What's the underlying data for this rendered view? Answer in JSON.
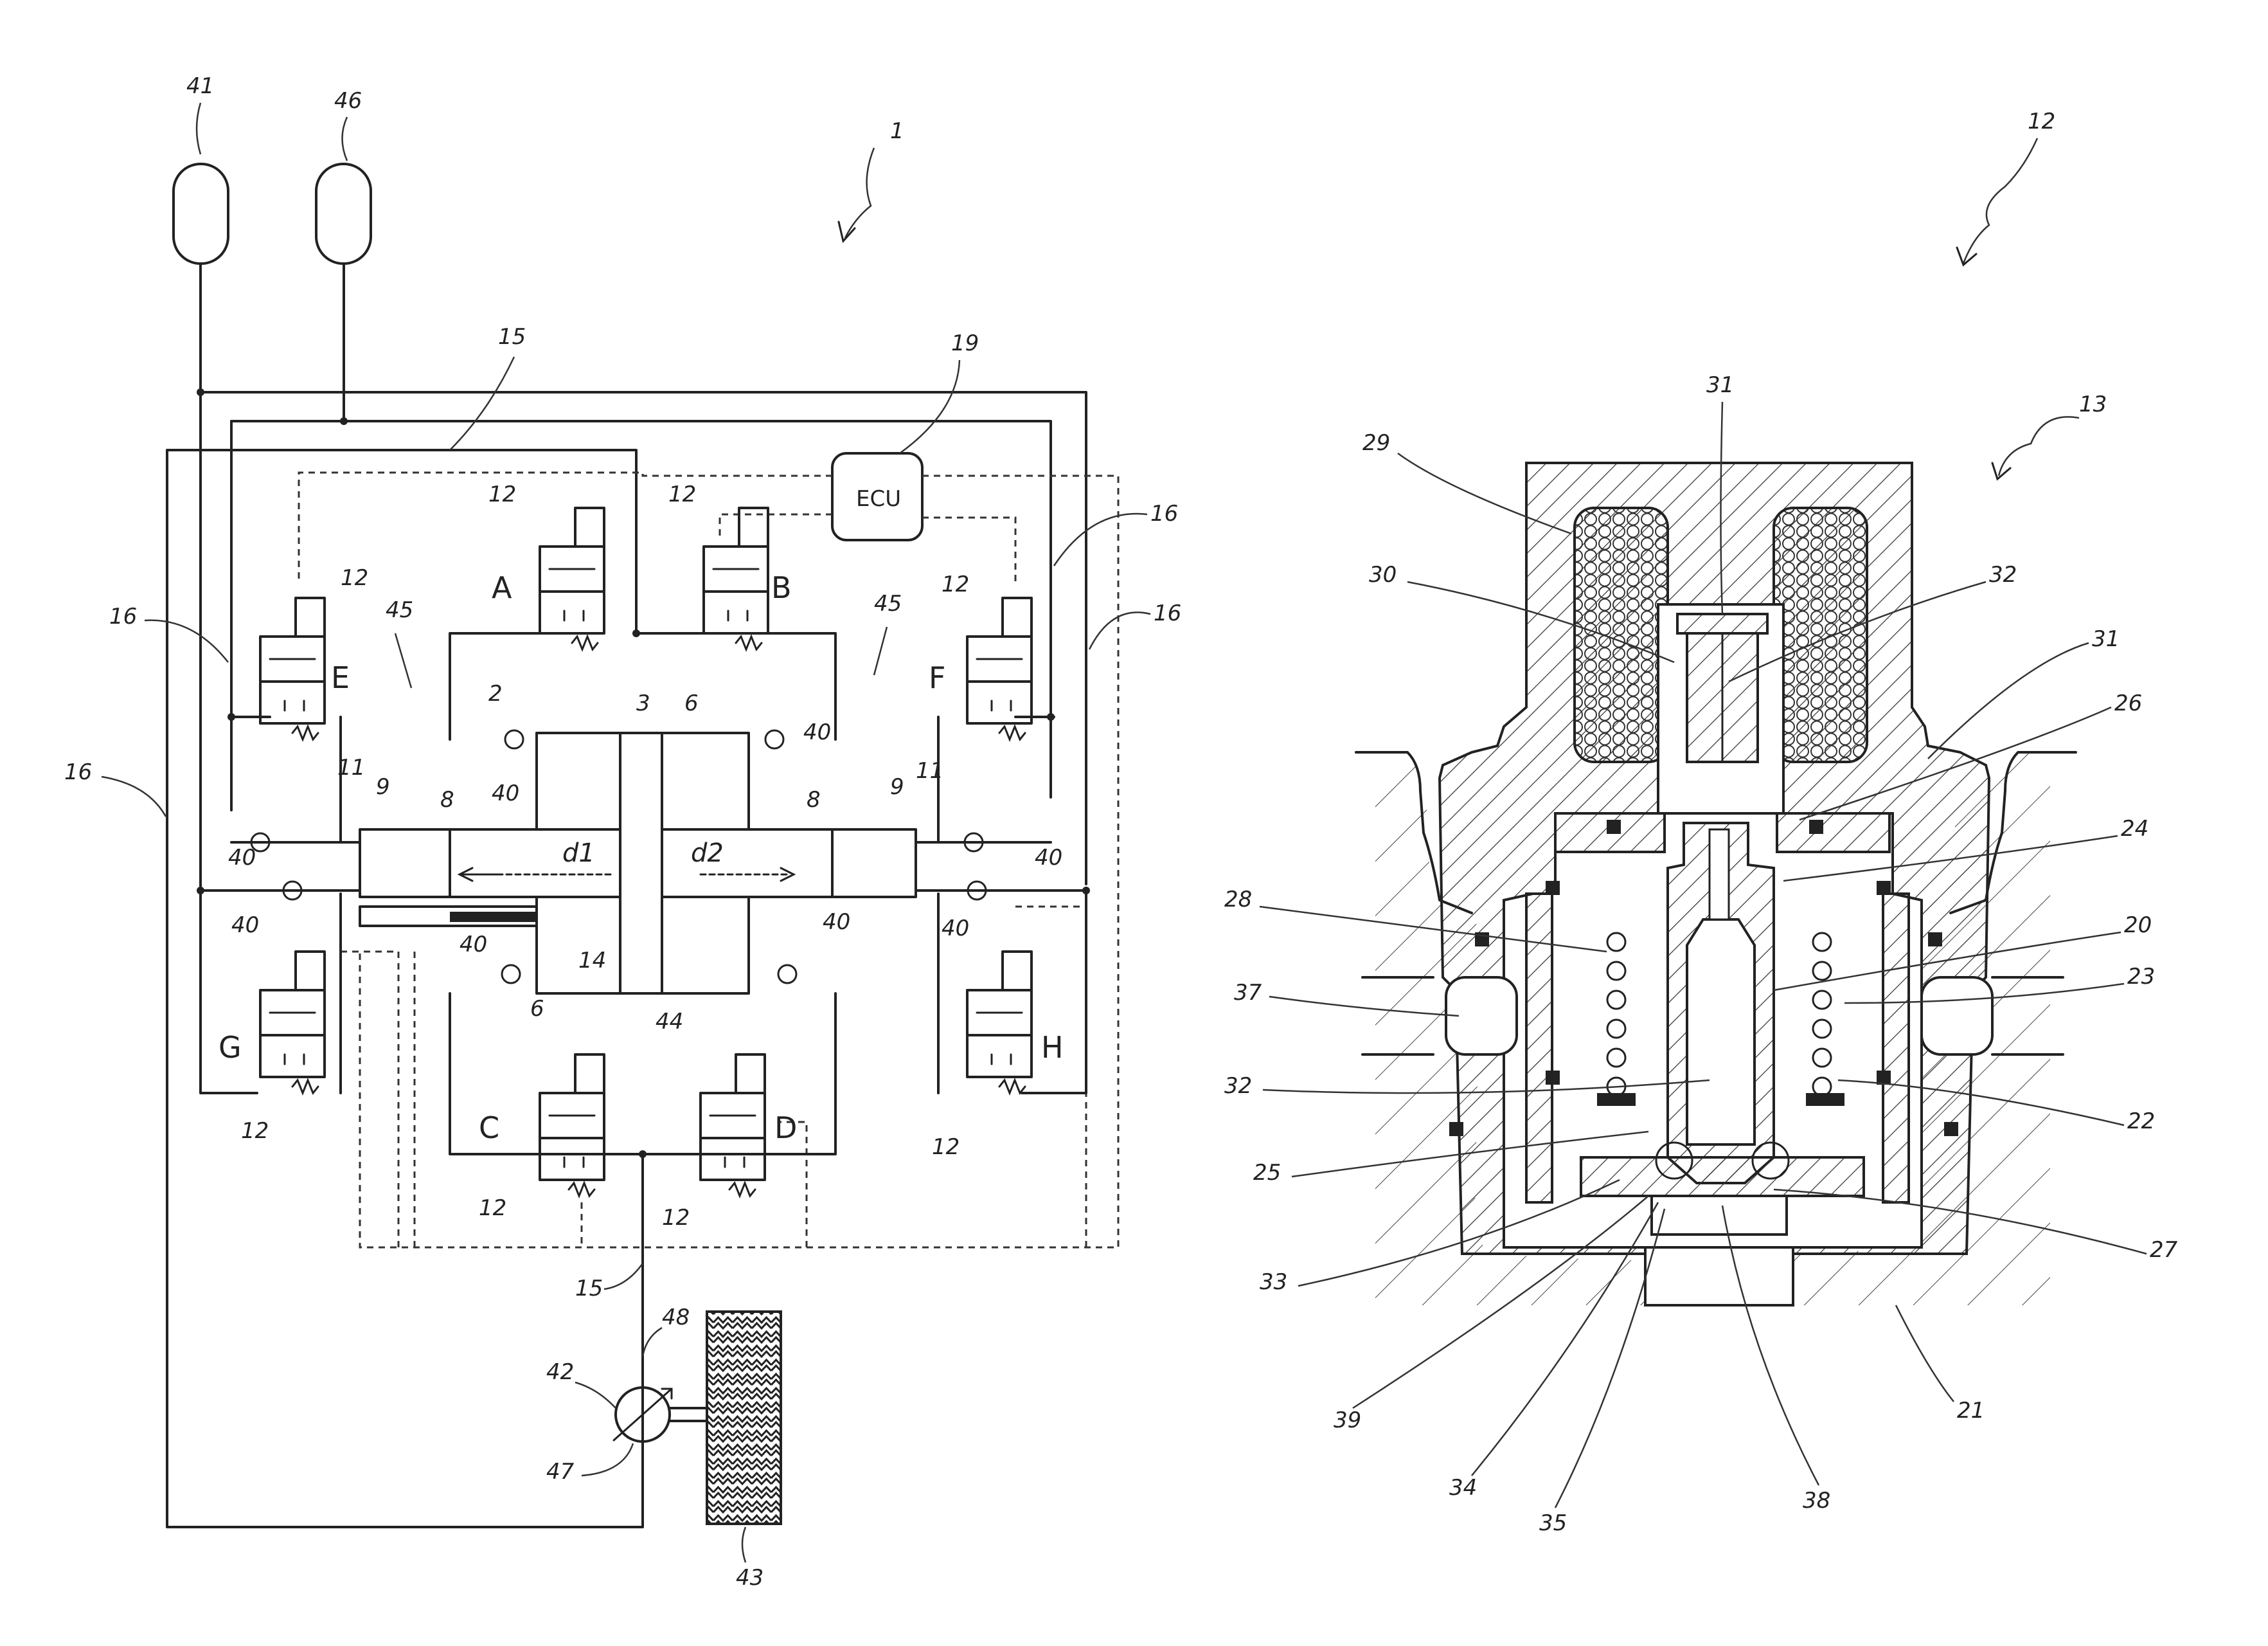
{
  "figure_left": {
    "ref_main": "1",
    "ref_tank_a": "41",
    "ref_tank_b": "46",
    "ref_line_15_top": "15",
    "ref_line_16_right_top": "16",
    "ref_line_16_right": "16",
    "ref_line_16_left_top": "16",
    "ref_line_16_left": "16",
    "ecu_label": "ECU",
    "ref_ecu": "19",
    "valve_letters": [
      "A",
      "B",
      "C",
      "D",
      "E",
      "F",
      "G",
      "H"
    ],
    "ref_valve": "12",
    "ref_check": "40",
    "ref_45": "45",
    "ref_44": "44",
    "ref_2": "2",
    "ref_3": "3",
    "ref_6": "6",
    "ref_8": "8",
    "ref_9": "9",
    "ref_11": "11",
    "ref_14": "14",
    "d1": "d1",
    "d2": "d2",
    "ref_15_bottom": "15",
    "ref_48": "48",
    "ref_42": "42",
    "ref_47": "47",
    "ref_43": "43"
  },
  "figure_right": {
    "ref_12": "12",
    "ref_13": "13",
    "labels": [
      "29",
      "30",
      "31",
      "31",
      "32",
      "32",
      "26",
      "24",
      "28",
      "20",
      "23",
      "37",
      "22",
      "25",
      "27",
      "33",
      "39",
      "34",
      "35",
      "38",
      "21"
    ]
  }
}
